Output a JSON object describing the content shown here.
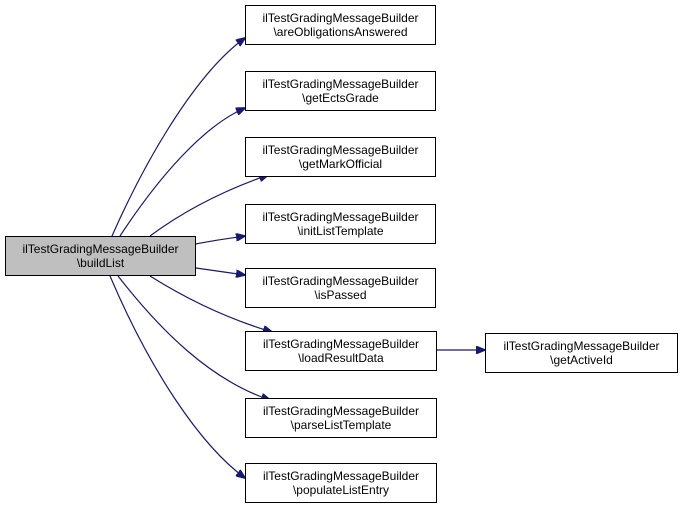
{
  "graph": {
    "colors": {
      "edge": "#191970",
      "node_border": "#000000",
      "focus_fill": "#bfbfbf",
      "node_fill": "#ffffff"
    },
    "nodes": {
      "buildList": {
        "line1": "ilTestGradingMessageBuilder",
        "line2": "\\buildList"
      },
      "areObligationsAnswered": {
        "line1": "ilTestGradingMessageBuilder",
        "line2": "\\areObligationsAnswered"
      },
      "getEctsGrade": {
        "line1": "ilTestGradingMessageBuilder",
        "line2": "\\getEctsGrade"
      },
      "getMarkOfficial": {
        "line1": "ilTestGradingMessageBuilder",
        "line2": "\\getMarkOfficial"
      },
      "initListTemplate": {
        "line1": "ilTestGradingMessageBuilder",
        "line2": "\\initListTemplate"
      },
      "isPassed": {
        "line1": "ilTestGradingMessageBuilder",
        "line2": "\\isPassed"
      },
      "loadResultData": {
        "line1": "ilTestGradingMessageBuilder",
        "line2": "\\loadResultData"
      },
      "parseListTemplate": {
        "line1": "ilTestGradingMessageBuilder",
        "line2": "\\parseListTemplate"
      },
      "populateListEntry": {
        "line1": "ilTestGradingMessageBuilder",
        "line2": "\\populateListEntry"
      },
      "getActiveId": {
        "line1": "ilTestGradingMessageBuilder",
        "line2": "\\getActiveId"
      }
    },
    "edges": [
      [
        "buildList",
        "areObligationsAnswered"
      ],
      [
        "buildList",
        "getEctsGrade"
      ],
      [
        "buildList",
        "getMarkOfficial"
      ],
      [
        "buildList",
        "initListTemplate"
      ],
      [
        "buildList",
        "isPassed"
      ],
      [
        "buildList",
        "loadResultData"
      ],
      [
        "buildList",
        "parseListTemplate"
      ],
      [
        "buildList",
        "populateListEntry"
      ],
      [
        "loadResultData",
        "getActiveId"
      ]
    ]
  }
}
